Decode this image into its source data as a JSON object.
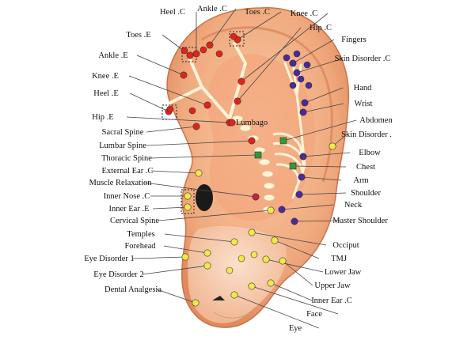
{
  "colors": {
    "skin": "#f4b98f",
    "skin_dark": "#e8956a",
    "skin_light": "#fbd9bf",
    "red_point": "#e0241b",
    "dark_red_point": "#c81e4a",
    "purple_point": "#4a2a9a",
    "yellow_point": "#f2e84a",
    "green_point": "#2f9a3a",
    "bone": "#fff3d6"
  },
  "labels": [
    {
      "id": "heel-c",
      "text": "Heel .C",
      "color": "red_point"
    },
    {
      "id": "ankle-c",
      "text": "Ankle .C",
      "color": "red_point"
    },
    {
      "id": "toes-c",
      "text": "Toes .C",
      "color": "red_point"
    },
    {
      "id": "knee-c",
      "text": "Knee .C",
      "color": "red_point"
    },
    {
      "id": "hip-c",
      "text": "Hip .C",
      "color": "red_point"
    },
    {
      "id": "toes-e",
      "text": "Toes .E",
      "color": "red_point"
    },
    {
      "id": "ankle-e",
      "text": "Ankle .E",
      "color": "red_point"
    },
    {
      "id": "knee-e",
      "text": "Knee .E",
      "color": "red_point"
    },
    {
      "id": "heel-e",
      "text": "Heel .E",
      "color": "red_point"
    },
    {
      "id": "hip-e",
      "text": "Hip .E",
      "color": "red_point"
    },
    {
      "id": "sacral-spine",
      "text": "Sacral Spine",
      "color": "red_point"
    },
    {
      "id": "lumbar-spine",
      "text": "Lumbar Spine",
      "color": "red_point"
    },
    {
      "id": "thoracic-spine",
      "text": "Thoracic Spine",
      "color": "green_point"
    },
    {
      "id": "external-ear-c",
      "text": "External Ear .C",
      "color": "yellow_point"
    },
    {
      "id": "muscle-relaxation",
      "text": "Muscle Relaxation",
      "color": "dark_red_point"
    },
    {
      "id": "inner-nose-c",
      "text": "Inner Nose .C",
      "color": "yellow_point"
    },
    {
      "id": "inner-ear-e",
      "text": "Inner Ear .E",
      "color": "yellow_point"
    },
    {
      "id": "cervical-spine",
      "text": "Cervical Spine",
      "color": "yellow_point"
    },
    {
      "id": "temples",
      "text": "Temples",
      "color": "yellow_point"
    },
    {
      "id": "forehead",
      "text": "Forehead",
      "color": "yellow_point"
    },
    {
      "id": "eye-disorder-1",
      "text": "Eye Disorder 1",
      "color": "yellow_point"
    },
    {
      "id": "eye-disorder-2",
      "text": "Eye Disorder 2",
      "color": "yellow_point"
    },
    {
      "id": "dental-analgesia",
      "text": "Dental Analgesia",
      "color": "yellow_point"
    },
    {
      "id": "fingers",
      "text": "Fingers",
      "color": "purple_point"
    },
    {
      "id": "skin-disorder-c",
      "text": "Skin Disorder .C",
      "color": "purple_point"
    },
    {
      "id": "hand",
      "text": "Hand",
      "color": "purple_point"
    },
    {
      "id": "wrist",
      "text": "Wrist",
      "color": "purple_point"
    },
    {
      "id": "abdomen",
      "text": "Abdomen",
      "color": "green_point"
    },
    {
      "id": "skin-disorder",
      "text": "Skin Disorder .",
      "color": "yellow_point"
    },
    {
      "id": "elbow",
      "text": "Elbow",
      "color": "purple_point"
    },
    {
      "id": "chest",
      "text": "Chest",
      "color": "green_point"
    },
    {
      "id": "arm",
      "text": "Arm",
      "color": "purple_point"
    },
    {
      "id": "shoulder",
      "text": "Shoulder",
      "color": "purple_point"
    },
    {
      "id": "neck",
      "text": "Neck",
      "color": "purple_point"
    },
    {
      "id": "master-shoulder",
      "text": "Master Shoulder",
      "color": "purple_point"
    },
    {
      "id": "occiput",
      "text": "Occiput",
      "color": "yellow_point"
    },
    {
      "id": "tmj",
      "text": "TMJ",
      "color": "yellow_point"
    },
    {
      "id": "lower-jaw",
      "text": "Lower Jaw",
      "color": "yellow_point"
    },
    {
      "id": "upper-jaw",
      "text": "Upper Jaw",
      "color": "yellow_point"
    },
    {
      "id": "inner-ear-c",
      "text": "Inner Ear .C",
      "color": "yellow_point"
    },
    {
      "id": "face",
      "text": "Face",
      "color": "yellow_point"
    },
    {
      "id": "eye",
      "text": "Eye",
      "color": "yellow_point"
    },
    {
      "id": "lumbago",
      "text": "Lumbago",
      "color": "red_point"
    }
  ]
}
